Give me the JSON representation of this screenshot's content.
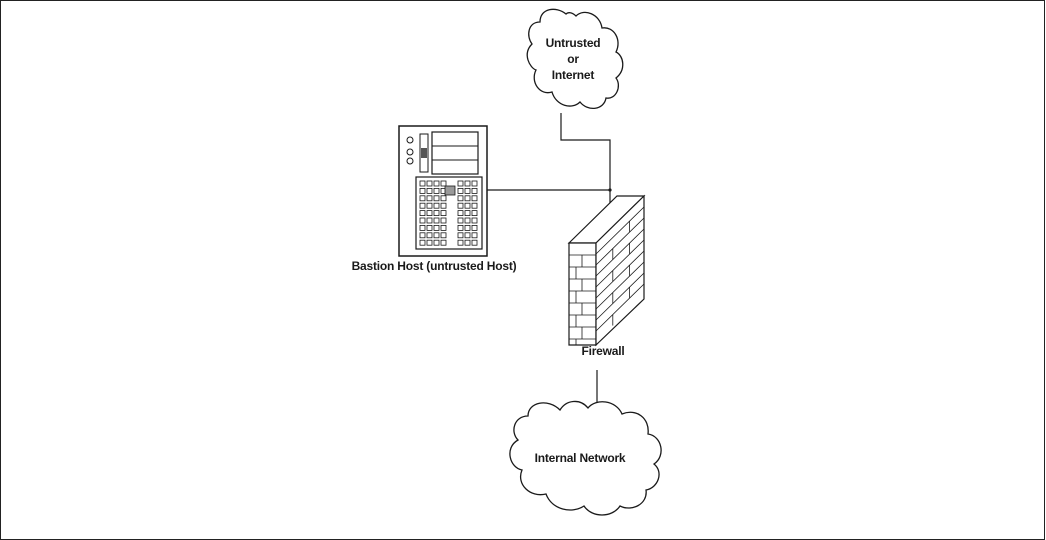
{
  "nodes": {
    "internet_cloud": {
      "lines": [
        "Untrusted",
        "or",
        "Internet"
      ]
    },
    "bastion_host": {
      "label": "Bastion Host (untrusted Host)"
    },
    "firewall": {
      "label": "Firewall"
    },
    "internal_cloud": {
      "label": "Internal Network"
    }
  },
  "colors": {
    "stroke": "#1a1a1a",
    "background": "#ffffff"
  }
}
